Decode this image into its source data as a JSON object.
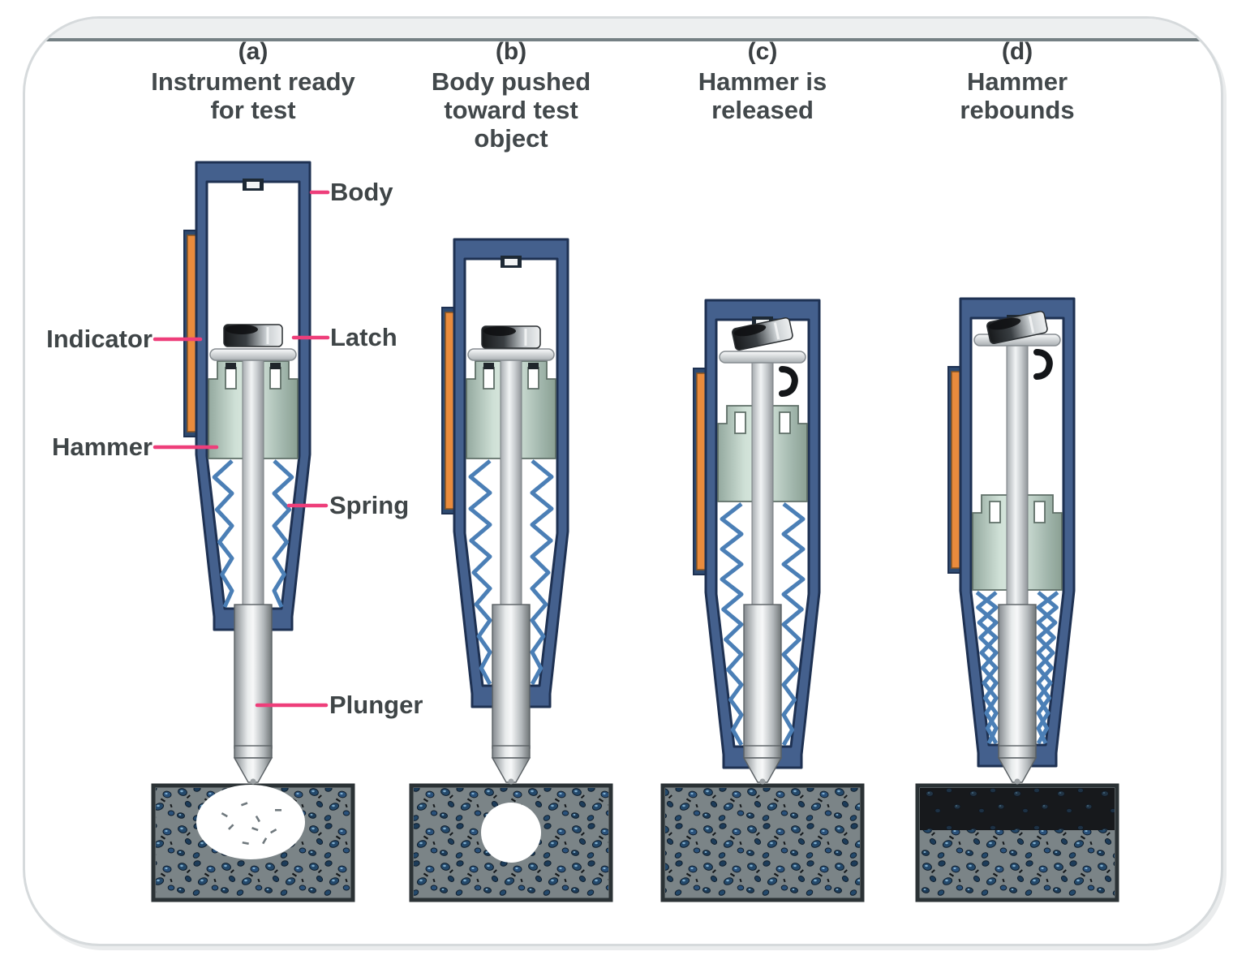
{
  "figure": {
    "panels": [
      {
        "label": "(a)",
        "caption_lines": [
          "Instrument ready",
          "for test"
        ]
      },
      {
        "label": "(b)",
        "caption_lines": [
          "Body pushed",
          "toward test",
          "object"
        ]
      },
      {
        "label": "(c)",
        "caption_lines": [
          "Hammer is",
          "released"
        ]
      },
      {
        "label": "(d)",
        "caption_lines": [
          "Hammer",
          "rebounds"
        ]
      }
    ],
    "annotations": [
      {
        "text": "Body"
      },
      {
        "text": "Indicator"
      },
      {
        "text": "Latch"
      },
      {
        "text": "Hammer"
      },
      {
        "text": "Spring"
      },
      {
        "text": "Plunger"
      }
    ],
    "colors": {
      "body_blue": "#44608d",
      "indicator_orange": "#e98b3d",
      "spring_blue": "#4b7fb6",
      "hammer_sage": "#c3d5cb",
      "leader_pink": "#ee3e7a",
      "concrete_gray": "#7b8487",
      "impact_dark": "#17191c",
      "text": "#3f4547"
    }
  }
}
